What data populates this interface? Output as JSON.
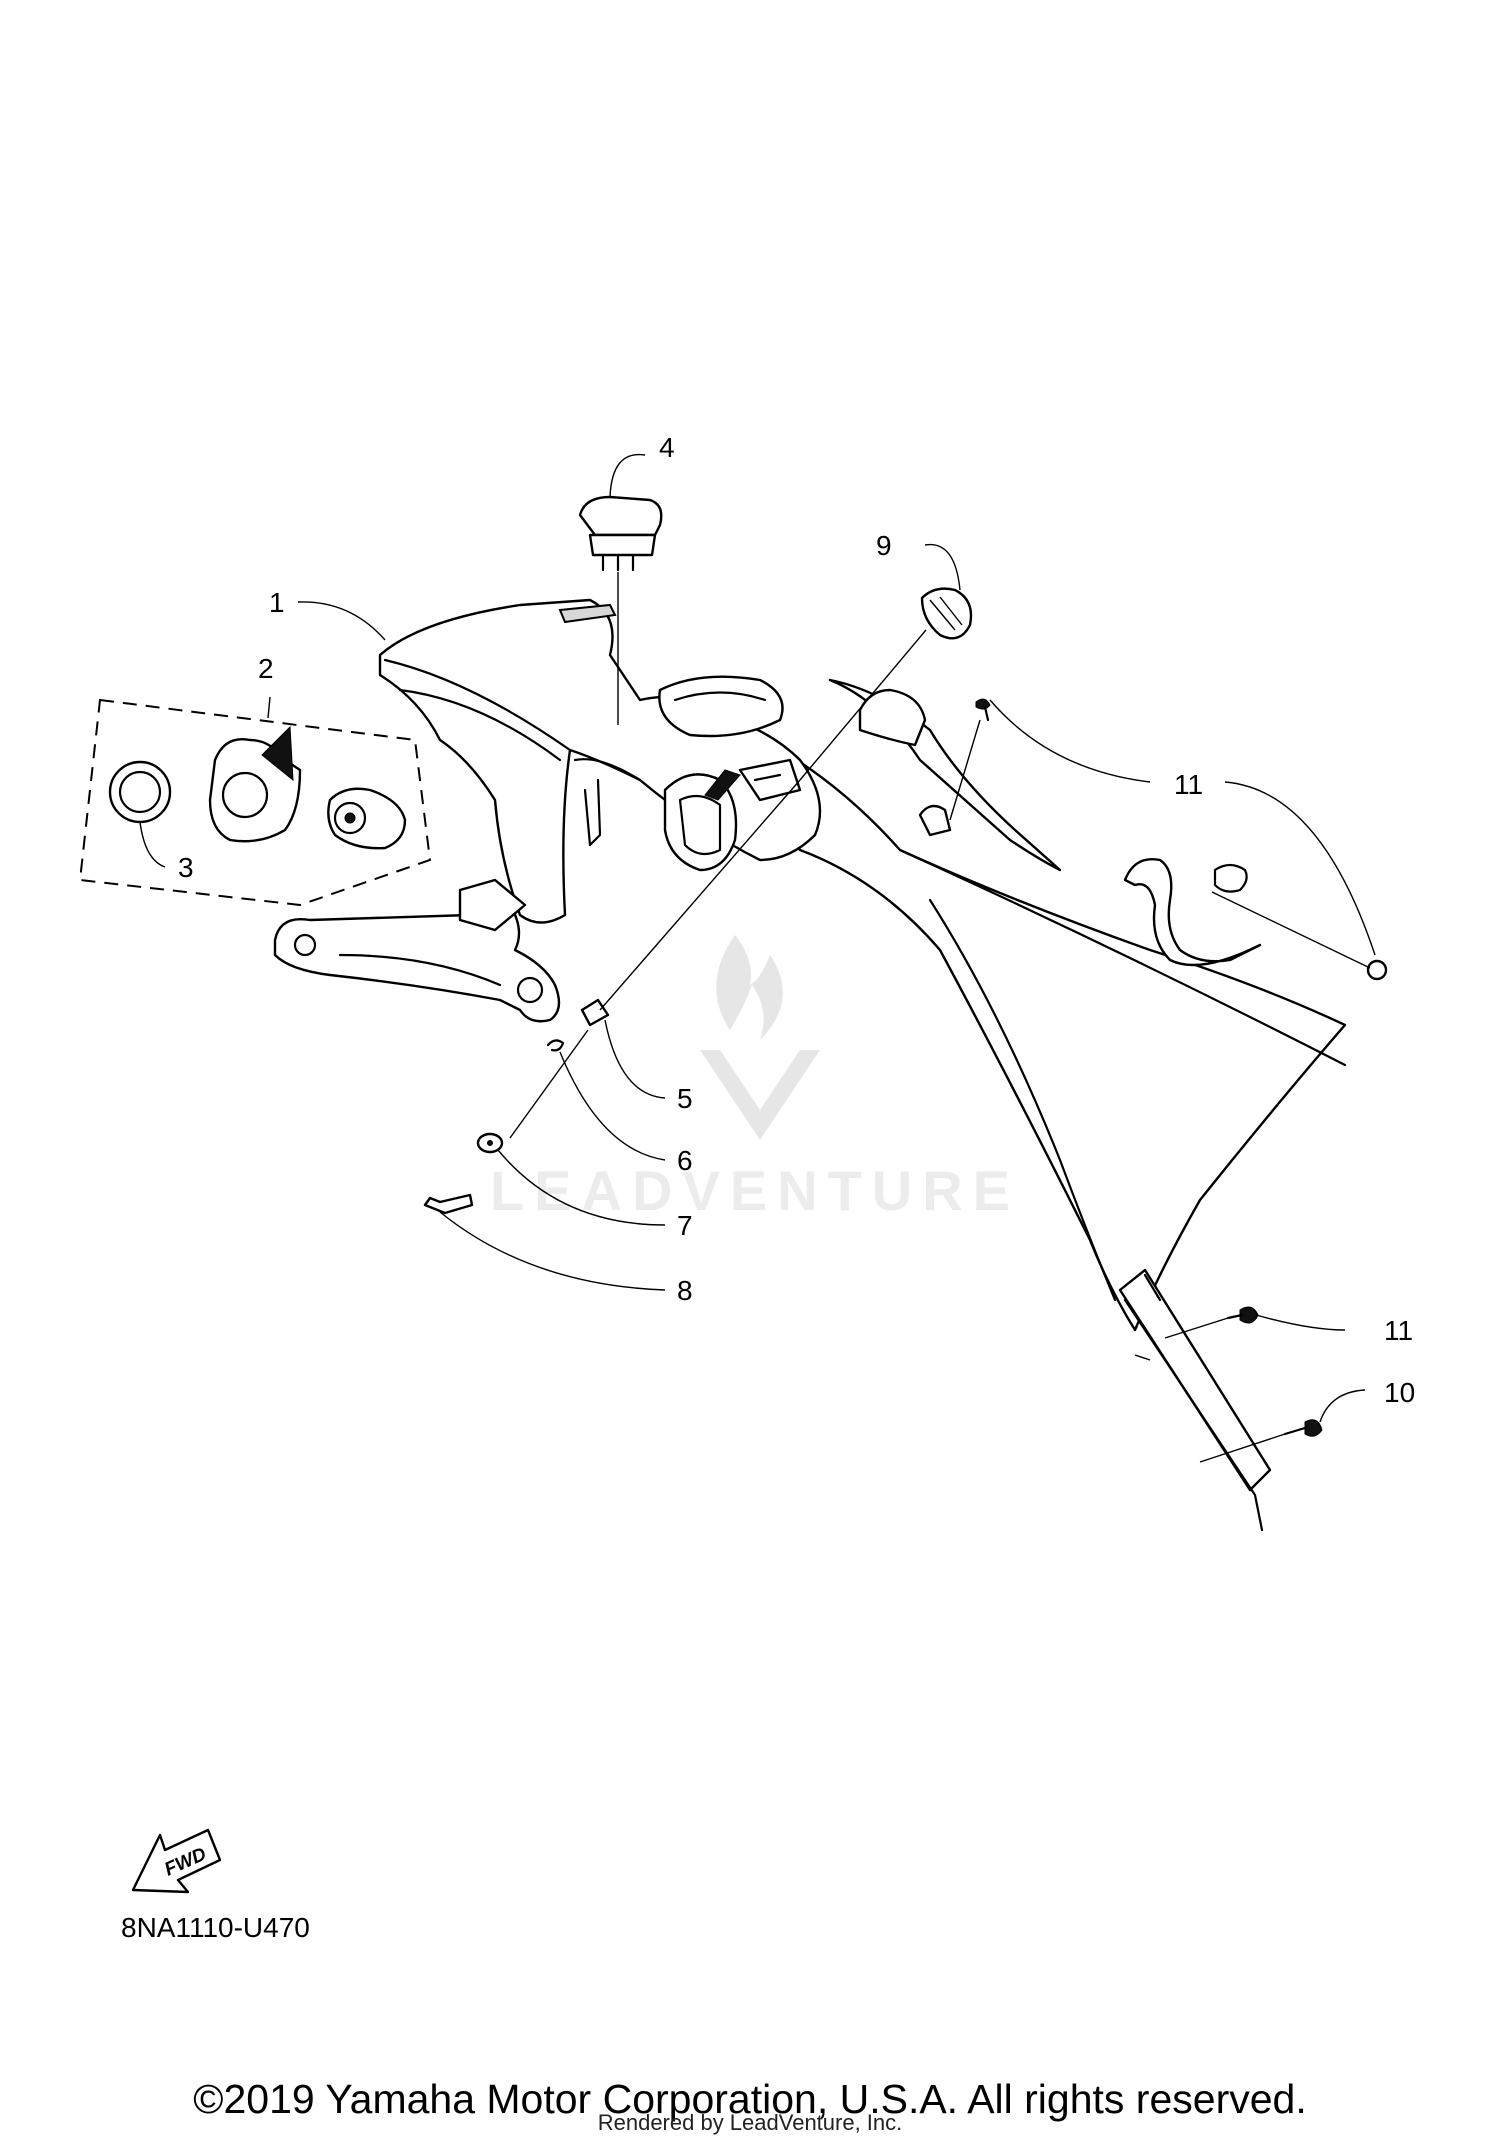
{
  "diagram": {
    "callouts": [
      "1",
      "2",
      "3",
      "4",
      "5",
      "6",
      "7",
      "8",
      "9",
      "10",
      "11",
      "11"
    ],
    "fwd_label": "FWD",
    "reference_code": "8NA1110-U470",
    "watermark_text": "LEADVENTURE"
  },
  "footer": {
    "copyright": "©2019 Yamaha Motor Corporation, U.S.A. All rights reserved.",
    "rendered_by": "Rendered by LeadVenture, Inc."
  }
}
